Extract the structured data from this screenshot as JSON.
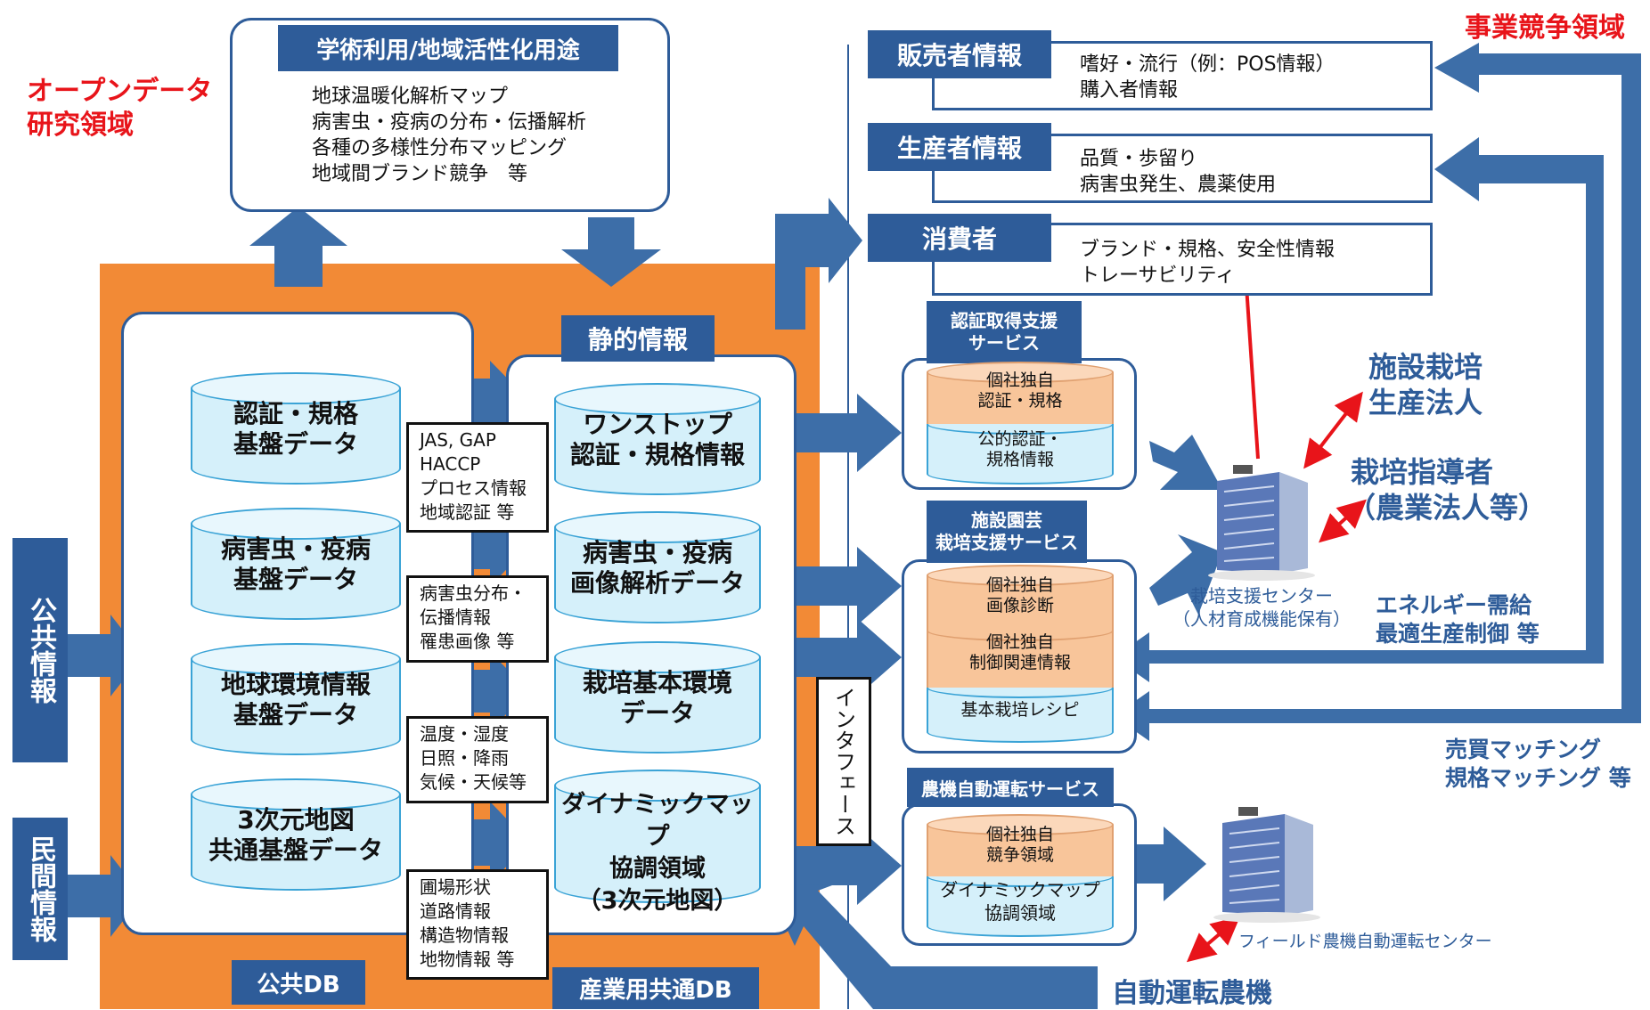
{
  "left_title": [
    "オープンデータ",
    "研究領域"
  ],
  "right_title": "事業競争領域",
  "academic": {
    "header": "学術利用/地域活性化用途",
    "lines": [
      "地球温暖化解析マップ",
      "病害虫・疫病の分布・伝播解析",
      "各種の多様性分布マッピング",
      "地域間ブランド競争　等"
    ]
  },
  "public_info": "公共情報",
  "private_info": "民間情報",
  "public_db": "公共DB",
  "industry_db": "産業用共通DB",
  "static_info": "静的情報",
  "interface": "インタフェース",
  "left_cyls": [
    [
      "認証・規格",
      "基盤データ"
    ],
    [
      "病害虫・疫病",
      "基盤データ"
    ],
    [
      "地球環境情報",
      "基盤データ"
    ],
    [
      "3次元地図",
      "共通基盤データ"
    ]
  ],
  "mid_boxes": [
    [
      "JAS, GAP",
      "HACCP",
      "プロセス情報",
      "地域認証 等"
    ],
    [
      "病害虫分布・",
      "伝播情報",
      "罹患画像 等"
    ],
    [
      "温度・湿度",
      "日照・降雨",
      "気候・天候等"
    ],
    [
      "圃場形状",
      "道路情報",
      "構造物情報",
      "地物情報 等"
    ]
  ],
  "right_cyls": [
    [
      "ワンストップ",
      "認証・規格情報"
    ],
    [
      "病害虫・疫病",
      "画像解析データ"
    ],
    [
      "栽培基本環境",
      "データ"
    ],
    [
      "ダイナミックマップ",
      "協調領域",
      "（3次元地図）"
    ]
  ],
  "info_rows": [
    {
      "header": "販売者情報",
      "lines": [
        "嗜好・流行（例：POS情報）",
        "購入者情報"
      ]
    },
    {
      "header": "生産者情報",
      "lines": [
        "品質・歩留り",
        "病害虫発生、農薬使用"
      ]
    },
    {
      "header": "消費者",
      "lines": [
        "ブランド・規格、安全性情報",
        "トレーサビリティ"
      ]
    }
  ],
  "services": [
    {
      "header": [
        "認証取得支援",
        "サービス"
      ],
      "layers": [
        [
          "個社独自",
          "認証・規格"
        ],
        [
          "公的認証・",
          "規格情報"
        ]
      ]
    },
    {
      "header": [
        "施設園芸",
        "栽培支援サービス"
      ],
      "layers": [
        [
          "個社独自",
          "画像診断"
        ],
        [
          "個社独自",
          "制御関連情報"
        ],
        [
          "基本栽培レシピ"
        ]
      ]
    },
    {
      "header": [
        "農機自動運転サービス"
      ],
      "layers": [
        [
          "個社独自",
          "競争領域"
        ],
        [
          "ダイナミックマップ",
          "協調領域"
        ]
      ]
    }
  ],
  "actors": {
    "facility": [
      "施設栽培",
      "生産法人"
    ],
    "instructor": [
      "栽培指導者",
      "（農業法人等）"
    ],
    "support_center": [
      "栽培支援センター",
      "（人材育成機能保有）"
    ],
    "energy": [
      "エネルギー需給",
      "最適生産制御 等"
    ],
    "matching": [
      "売買マッチング",
      "規格マッチング 等"
    ],
    "field_center": "フィールド農機自動運転センター",
    "auto_machine": "自動運転農機"
  },
  "colors": {
    "orange": "#f28a36",
    "blue": "#2e5c99",
    "cyan": "#d5f0fa",
    "peach": "#f8c59a",
    "red": "#e8141a"
  }
}
